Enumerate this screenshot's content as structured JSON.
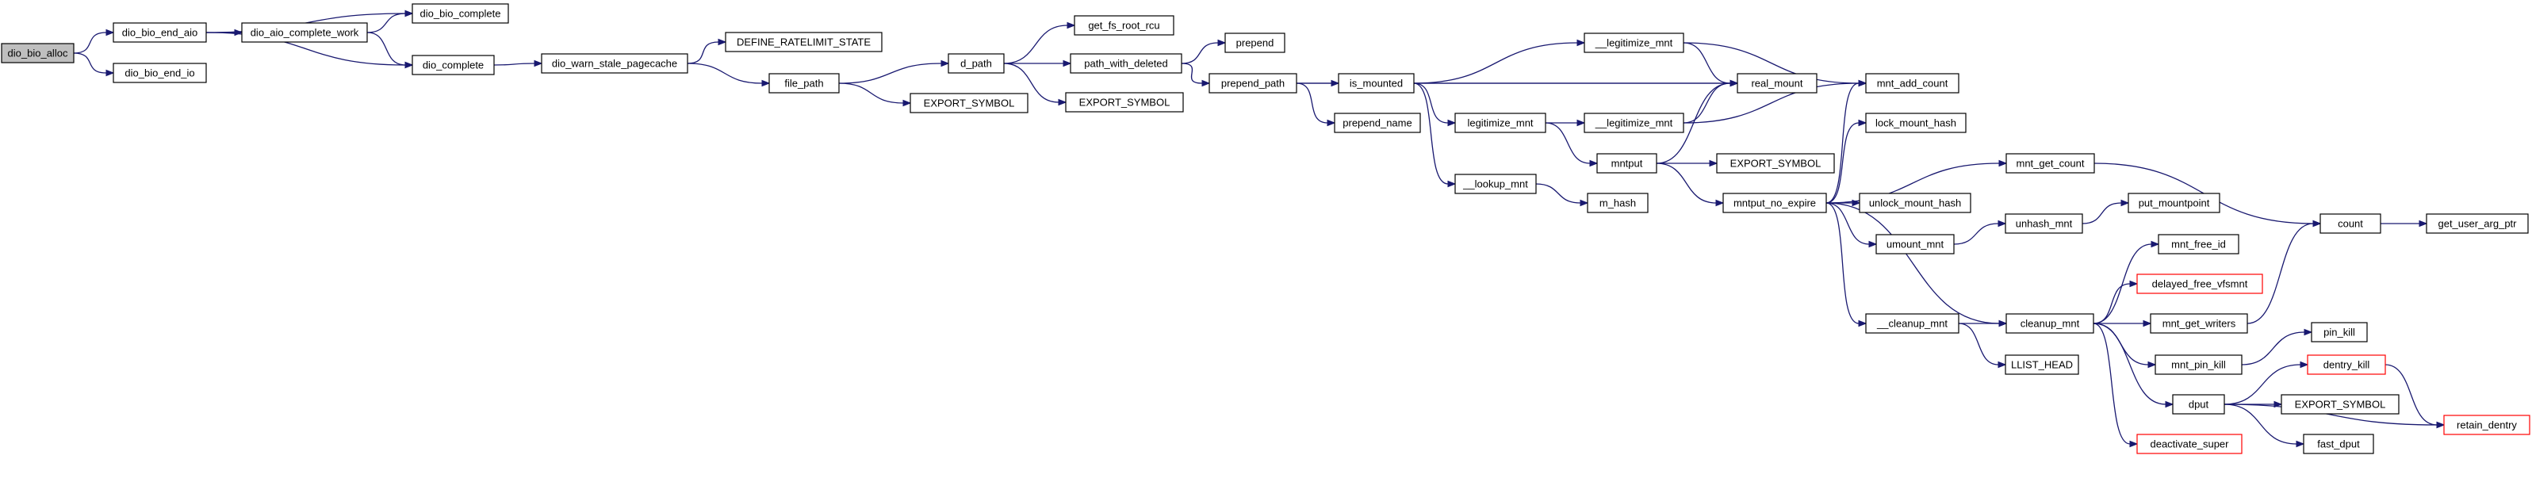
{
  "colors": {
    "edge": "#191970",
    "node_border": "#000000",
    "truncated_border": "#ff0000",
    "root_fill": "#bfbfbf",
    "node_fill": "#ffffff"
  },
  "nodes": [
    {
      "id": "dio_bio_alloc",
      "label": "dio_bio_alloc",
      "root": true
    },
    {
      "id": "dio_bio_end_aio",
      "label": "dio_bio_end_aio"
    },
    {
      "id": "dio_bio_end_io",
      "label": "dio_bio_end_io"
    },
    {
      "id": "dio_aio_complete_work",
      "label": "dio_aio_complete_work"
    },
    {
      "id": "dio_bio_complete",
      "label": "dio_bio_complete"
    },
    {
      "id": "dio_complete",
      "label": "dio_complete"
    },
    {
      "id": "dio_warn_stale_pagecache",
      "label": "dio_warn_stale_pagecache"
    },
    {
      "id": "DEFINE_RATELIMIT_STATE",
      "label": "DEFINE_RATELIMIT_STATE"
    },
    {
      "id": "file_path",
      "label": "file_path"
    },
    {
      "id": "EXPORT_SYMBOL_1",
      "label": "EXPORT_SYMBOL"
    },
    {
      "id": "d_path",
      "label": "d_path"
    },
    {
      "id": "get_fs_root_rcu",
      "label": "get_fs_root_rcu"
    },
    {
      "id": "path_with_deleted",
      "label": "path_with_deleted"
    },
    {
      "id": "EXPORT_SYMBOL_2",
      "label": "EXPORT_SYMBOL"
    },
    {
      "id": "prepend",
      "label": "prepend"
    },
    {
      "id": "prepend_path",
      "label": "prepend_path"
    },
    {
      "id": "is_mounted",
      "label": "is_mounted"
    },
    {
      "id": "prepend_name",
      "label": "prepend_name"
    },
    {
      "id": "legitimize_mnt_1",
      "label": "__legitimize_mnt"
    },
    {
      "id": "real_mount",
      "label": "real_mount"
    },
    {
      "id": "legitimize_mnt",
      "label": "legitimize_mnt"
    },
    {
      "id": "legitimize_mnt_2",
      "label": "__legitimize_mnt"
    },
    {
      "id": "mntput",
      "label": "mntput"
    },
    {
      "id": "lookup_mnt",
      "label": "__lookup_mnt"
    },
    {
      "id": "m_hash",
      "label": "m_hash"
    },
    {
      "id": "mnt_add_count",
      "label": "mnt_add_count"
    },
    {
      "id": "lock_mount_hash",
      "label": "lock_mount_hash"
    },
    {
      "id": "EXPORT_SYMBOL_3",
      "label": "EXPORT_SYMBOL"
    },
    {
      "id": "mntput_no_expire",
      "label": "mntput_no_expire"
    },
    {
      "id": "unlock_mount_hash",
      "label": "unlock_mount_hash"
    },
    {
      "id": "umount_mnt",
      "label": "umount_mnt"
    },
    {
      "id": "cleanup_mnt_1",
      "label": "__cleanup_mnt"
    },
    {
      "id": "LLIST_HEAD",
      "label": "LLIST_HEAD"
    },
    {
      "id": "cleanup_mnt",
      "label": "cleanup_mnt"
    },
    {
      "id": "mnt_get_count",
      "label": "mnt_get_count"
    },
    {
      "id": "unhash_mnt",
      "label": "unhash_mnt"
    },
    {
      "id": "put_mountpoint",
      "label": "put_mountpoint"
    },
    {
      "id": "mnt_free_id",
      "label": "mnt_free_id"
    },
    {
      "id": "delayed_free_vfsmnt",
      "label": "delayed_free_vfsmnt",
      "truncated": true
    },
    {
      "id": "mnt_get_writers",
      "label": "mnt_get_writers"
    },
    {
      "id": "mnt_pin_kill",
      "label": "mnt_pin_kill"
    },
    {
      "id": "dput",
      "label": "dput"
    },
    {
      "id": "deactivate_super",
      "label": "deactivate_super",
      "truncated": true
    },
    {
      "id": "count",
      "label": "count"
    },
    {
      "id": "get_user_arg_ptr",
      "label": "get_user_arg_ptr"
    },
    {
      "id": "pin_kill",
      "label": "pin_kill"
    },
    {
      "id": "dentry_kill",
      "label": "dentry_kill",
      "truncated": true
    },
    {
      "id": "EXPORT_SYMBOL_4",
      "label": "EXPORT_SYMBOL"
    },
    {
      "id": "fast_dput",
      "label": "fast_dput"
    },
    {
      "id": "retain_dentry",
      "label": "retain_dentry",
      "truncated": true
    }
  ],
  "edges": [
    [
      "dio_bio_alloc",
      "dio_bio_end_aio"
    ],
    [
      "dio_bio_alloc",
      "dio_bio_end_io"
    ],
    [
      "dio_bio_end_aio",
      "dio_bio_complete"
    ],
    [
      "dio_bio_end_aio",
      "dio_aio_complete_work"
    ],
    [
      "dio_bio_end_aio",
      "dio_complete"
    ],
    [
      "dio_aio_complete_work",
      "dio_bio_complete"
    ],
    [
      "dio_aio_complete_work",
      "dio_complete"
    ],
    [
      "dio_complete",
      "dio_warn_stale_pagecache"
    ],
    [
      "dio_warn_stale_pagecache",
      "DEFINE_RATELIMIT_STATE"
    ],
    [
      "dio_warn_stale_pagecache",
      "file_path"
    ],
    [
      "file_path",
      "d_path"
    ],
    [
      "file_path",
      "EXPORT_SYMBOL_1"
    ],
    [
      "d_path",
      "get_fs_root_rcu"
    ],
    [
      "d_path",
      "path_with_deleted"
    ],
    [
      "d_path",
      "EXPORT_SYMBOL_2"
    ],
    [
      "path_with_deleted",
      "prepend"
    ],
    [
      "path_with_deleted",
      "prepend_path"
    ],
    [
      "prepend_path",
      "real_mount"
    ],
    [
      "prepend_path",
      "is_mounted"
    ],
    [
      "prepend_path",
      "prepend_name"
    ],
    [
      "is_mounted",
      "legitimize_mnt_1"
    ],
    [
      "is_mounted",
      "real_mount"
    ],
    [
      "is_mounted",
      "legitimize_mnt"
    ],
    [
      "is_mounted",
      "lookup_mnt"
    ],
    [
      "legitimize_mnt_1",
      "real_mount"
    ],
    [
      "legitimize_mnt_1",
      "mnt_add_count"
    ],
    [
      "legitimize_mnt",
      "legitimize_mnt_2"
    ],
    [
      "legitimize_mnt",
      "mntput"
    ],
    [
      "legitimize_mnt_2",
      "real_mount"
    ],
    [
      "legitimize_mnt_2",
      "mnt_add_count"
    ],
    [
      "mntput",
      "real_mount"
    ],
    [
      "mntput",
      "EXPORT_SYMBOL_3"
    ],
    [
      "mntput",
      "mntput_no_expire"
    ],
    [
      "lookup_mnt",
      "m_hash"
    ],
    [
      "mntput_no_expire",
      "mnt_add_count"
    ],
    [
      "mntput_no_expire",
      "lock_mount_hash"
    ],
    [
      "mntput_no_expire",
      "mnt_get_count"
    ],
    [
      "mntput_no_expire",
      "unlock_mount_hash"
    ],
    [
      "mntput_no_expire",
      "umount_mnt"
    ],
    [
      "mntput_no_expire",
      "cleanup_mnt_1"
    ],
    [
      "mntput_no_expire",
      "cleanup_mnt"
    ],
    [
      "cleanup_mnt_1",
      "cleanup_mnt"
    ],
    [
      "cleanup_mnt_1",
      "LLIST_HEAD"
    ],
    [
      "umount_mnt",
      "unhash_mnt"
    ],
    [
      "unhash_mnt",
      "put_mountpoint"
    ],
    [
      "mnt_get_count",
      "count"
    ],
    [
      "cleanup_mnt",
      "mnt_free_id"
    ],
    [
      "cleanup_mnt",
      "delayed_free_vfsmnt"
    ],
    [
      "cleanup_mnt",
      "mnt_get_writers"
    ],
    [
      "cleanup_mnt",
      "mnt_pin_kill"
    ],
    [
      "cleanup_mnt",
      "dput"
    ],
    [
      "cleanup_mnt",
      "deactivate_super"
    ],
    [
      "mnt_get_writers",
      "count"
    ],
    [
      "count",
      "get_user_arg_ptr"
    ],
    [
      "mnt_pin_kill",
      "pin_kill"
    ],
    [
      "dput",
      "dentry_kill"
    ],
    [
      "dput",
      "EXPORT_SYMBOL_4"
    ],
    [
      "dput",
      "fast_dput"
    ],
    [
      "dput",
      "retain_dentry"
    ],
    [
      "dentry_kill",
      "retain_dentry"
    ]
  ]
}
